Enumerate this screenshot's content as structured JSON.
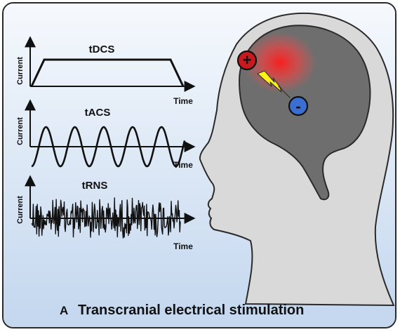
{
  "waveforms": {
    "tdcs": {
      "title": "tDCS",
      "ylabel": "Current",
      "xlabel": "Time"
    },
    "tacs": {
      "title": "tACS",
      "ylabel": "Current",
      "xlabel": "Time"
    },
    "trns": {
      "title": "tRNS",
      "ylabel": "Current",
      "xlabel": "Time"
    }
  },
  "electrodes": {
    "anode": {
      "symbol": "+",
      "color": "#c8191e"
    },
    "cathode": {
      "symbol": "-",
      "color": "#3a6fd1"
    }
  },
  "caption": {
    "letter": "A",
    "text": "Transcranial electrical stimulation"
  },
  "colors": {
    "bg_top": "#f4f7fc",
    "bg_bottom": "#c4d8ef",
    "head": "#d9d9d9",
    "brain": "#6e6e6e",
    "hotspot": "#ff2a2a",
    "bolt": "#ffef1a"
  }
}
